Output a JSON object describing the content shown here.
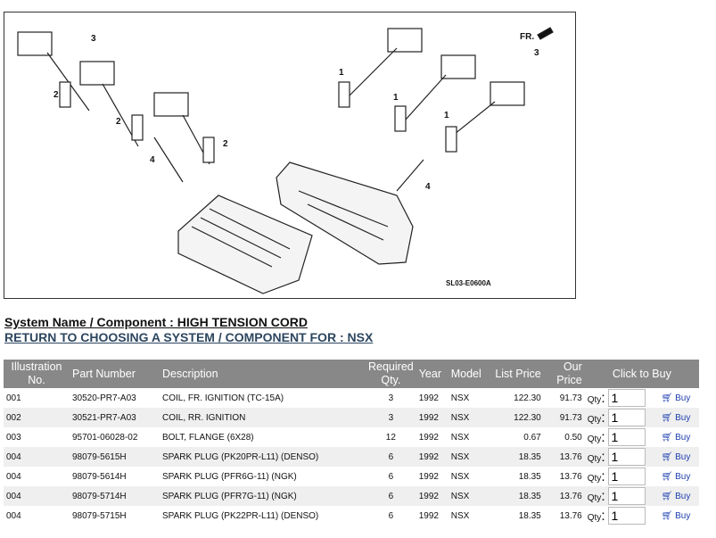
{
  "diagram": {
    "callouts": [
      "1",
      "1",
      "1",
      "2",
      "2",
      "2",
      "3",
      "3",
      "4",
      "4"
    ],
    "direction_label": "FR.",
    "code": "SL03-E0600A"
  },
  "system_title": "System Name / Component : HIGH TENSION CORD",
  "return_link": "RETURN TO CHOOSING A SYSTEM / COMPONENT FOR : NSX",
  "headers": {
    "illustration": "Illustration No.",
    "part": "Part Number",
    "description": "Description",
    "qty": "Required Qty.",
    "year": "Year",
    "model": "Model",
    "list": "List Price",
    "our": "Our Price",
    "buy": "Click to Buy"
  },
  "qty_label": "Qty",
  "buy_label": "Buy",
  "rows": [
    {
      "no": "001",
      "part": "30520-PR7-A03",
      "desc": "COIL, FR. IGNITION (TC-15A)",
      "qty": "3",
      "year": "1992",
      "model": "NSX",
      "list": "122.30",
      "our": "91.73",
      "input": "1"
    },
    {
      "no": "002",
      "part": "30521-PR7-A03",
      "desc": "COIL, RR. IGNITION",
      "qty": "3",
      "year": "1992",
      "model": "NSX",
      "list": "122.30",
      "our": "91.73",
      "input": "1"
    },
    {
      "no": "003",
      "part": "95701-06028-02",
      "desc": "BOLT, FLANGE (6X28)",
      "qty": "12",
      "year": "1992",
      "model": "NSX",
      "list": "0.67",
      "our": "0.50",
      "input": "1"
    },
    {
      "no": "004",
      "part": "98079-5615H",
      "desc": "SPARK PLUG (PK20PR-L11) (DENSO)",
      "qty": "6",
      "year": "1992",
      "model": "NSX",
      "list": "18.35",
      "our": "13.76",
      "input": "1"
    },
    {
      "no": "004",
      "part": "98079-5614H",
      "desc": "SPARK PLUG (PFR6G-11) (NGK)",
      "qty": "6",
      "year": "1992",
      "model": "NSX",
      "list": "18.35",
      "our": "13.76",
      "input": "1"
    },
    {
      "no": "004",
      "part": "98079-5714H",
      "desc": "SPARK PLUG (PFR7G-11) (NGK)",
      "qty": "6",
      "year": "1992",
      "model": "NSX",
      "list": "18.35",
      "our": "13.76",
      "input": "1"
    },
    {
      "no": "004",
      "part": "98079-5715H",
      "desc": "SPARK PLUG (PK22PR-L11) (DENSO)",
      "qty": "6",
      "year": "1992",
      "model": "NSX",
      "list": "18.35",
      "our": "13.76",
      "input": "1"
    }
  ]
}
